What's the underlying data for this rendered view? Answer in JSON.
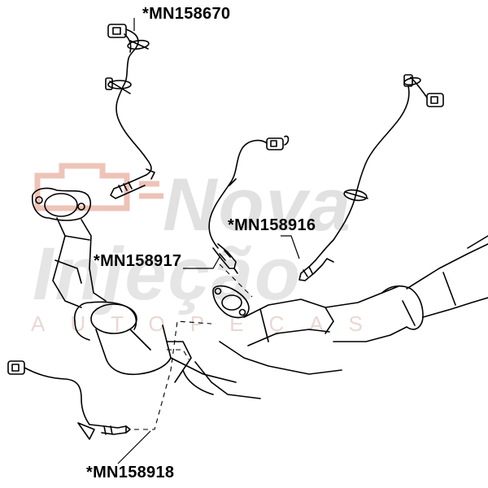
{
  "watermark": {
    "word1": "Nova",
    "word2": "Injeção",
    "tagline": "AUTOPEÇAS",
    "logo_color": "#e8b0a0",
    "text_color": "#c9c9c9"
  },
  "labels": {
    "upper_left_sensor": "*MN158670",
    "right_sensor": "*MN158916",
    "center_sensor": "*MN158917",
    "lower_left_sensor": "*MN158918"
  },
  "colors": {
    "line": "#000000",
    "background": "#ffffff"
  }
}
